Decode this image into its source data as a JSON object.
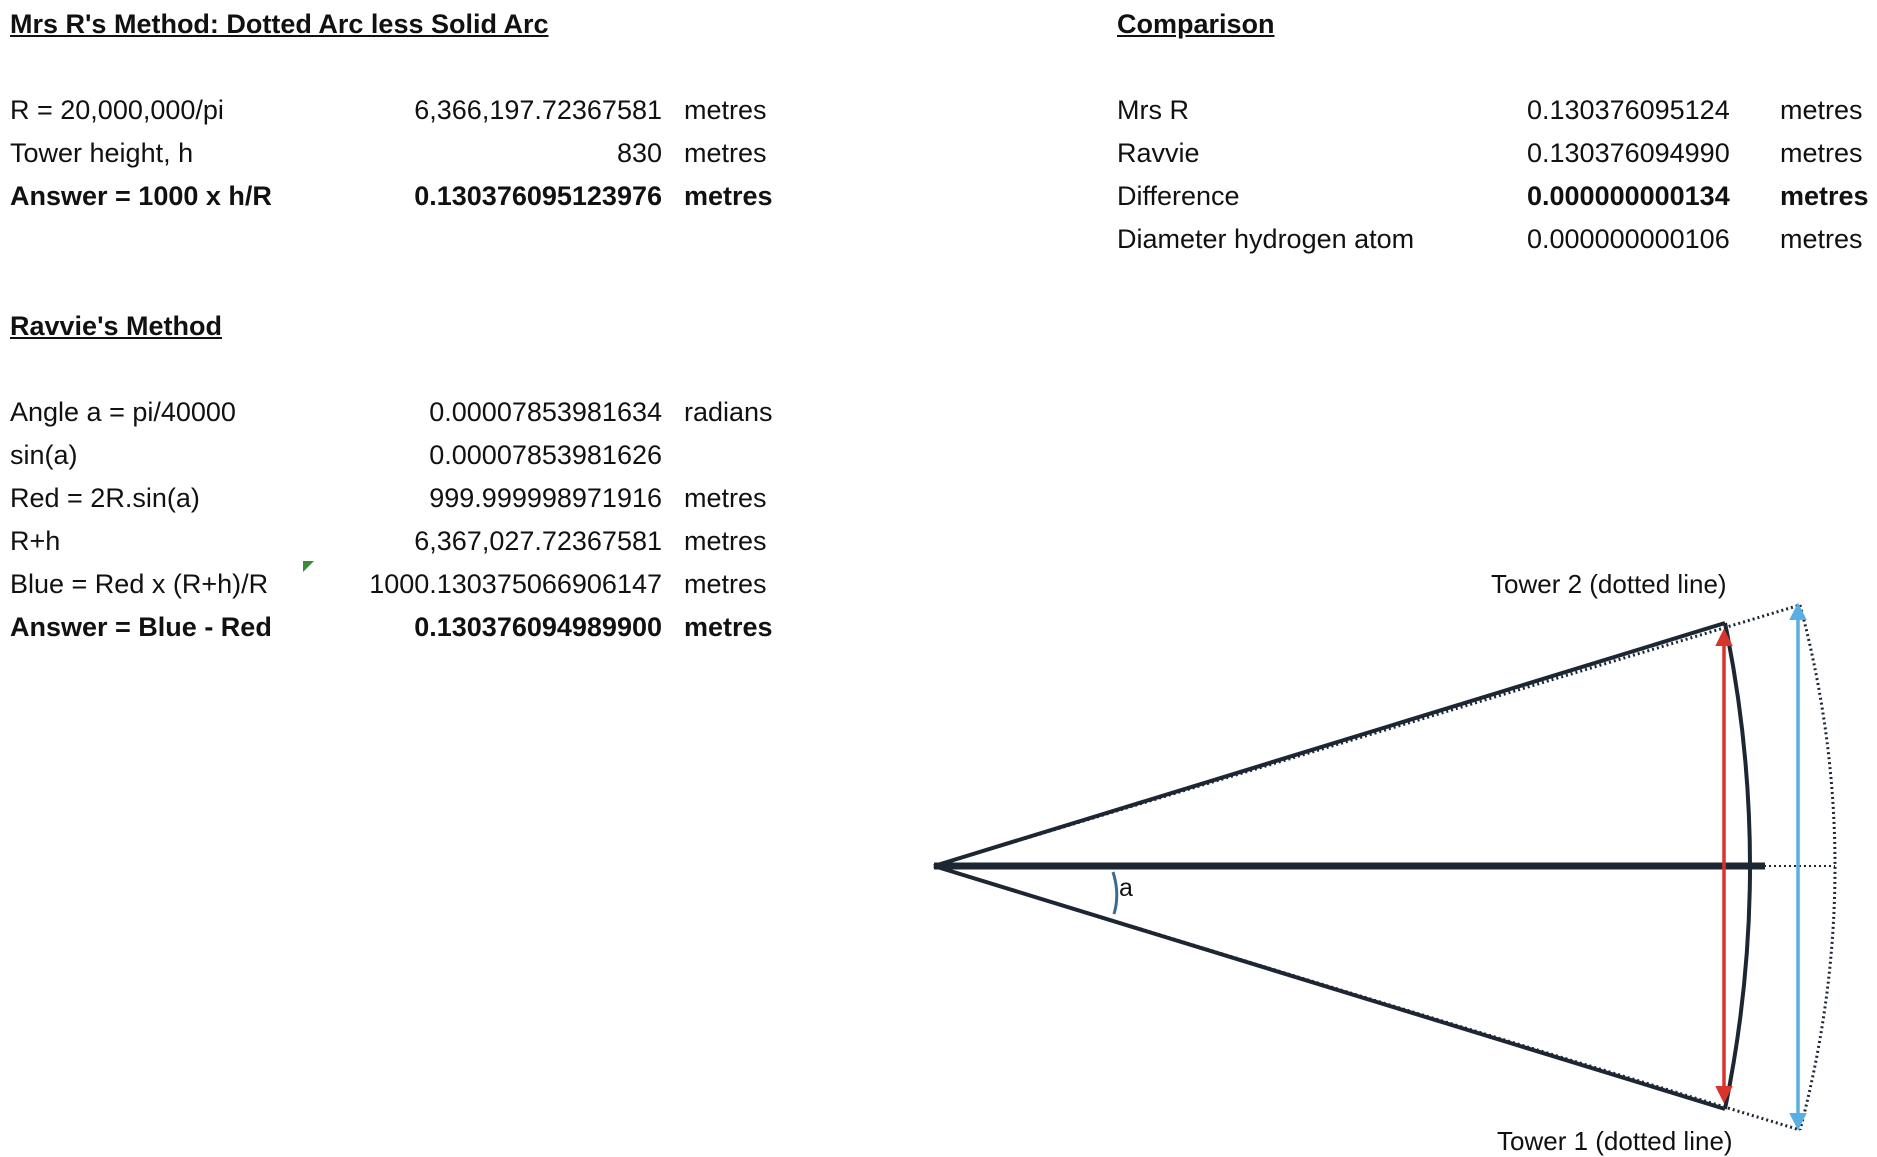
{
  "mrs_r": {
    "title": "Mrs R's Method: Dotted Arc less Solid Arc",
    "rows": [
      {
        "label": "R = 20,000,000/pi",
        "value": "6,366,197.72367581",
        "unit": "metres"
      },
      {
        "label": "Tower height, h",
        "value": "830",
        "unit": "metres"
      },
      {
        "label": "Answer = 1000 x h/R",
        "value": "0.130376095123976",
        "unit": "metres"
      }
    ]
  },
  "ravvie": {
    "title": "Ravvie's Method",
    "rows": [
      {
        "label": "Angle a = pi/40000",
        "value": "0.00007853981634",
        "unit": "radians"
      },
      {
        "label": "sin(a)",
        "value": "0.00007853981626",
        "unit": ""
      },
      {
        "label": "Red = 2R.sin(a)",
        "value": "999.999998971916",
        "unit": "metres"
      },
      {
        "label": "R+h",
        "value": "6,367,027.72367581",
        "unit": "metres"
      },
      {
        "label": "Blue = Red x (R+h)/R",
        "value": "1000.130375066906147",
        "unit": "metres"
      },
      {
        "label": "Answer = Blue - Red",
        "value": "0.130376094989900",
        "unit": "metres"
      }
    ]
  },
  "comparison": {
    "title": "Comparison",
    "rows": [
      {
        "label": "Mrs R",
        "value": "0.130376095124",
        "unit": "metres"
      },
      {
        "label": "Ravvie",
        "value": "0.130376094990",
        "unit": "metres"
      },
      {
        "label": "Difference",
        "value": "0.000000000134",
        "unit": "metres"
      },
      {
        "label": "Diameter hydrogen atom",
        "value": "0.000000000106",
        "unit": "metres"
      }
    ]
  },
  "diagram": {
    "tower2_label": "Tower  2 (dotted line)",
    "tower1_label": "Tower 1 (dotted line)",
    "angle_label": "a",
    "colors": {
      "red": "#d9342b",
      "blue": "#5aaee0",
      "line": "#1c2733"
    }
  }
}
